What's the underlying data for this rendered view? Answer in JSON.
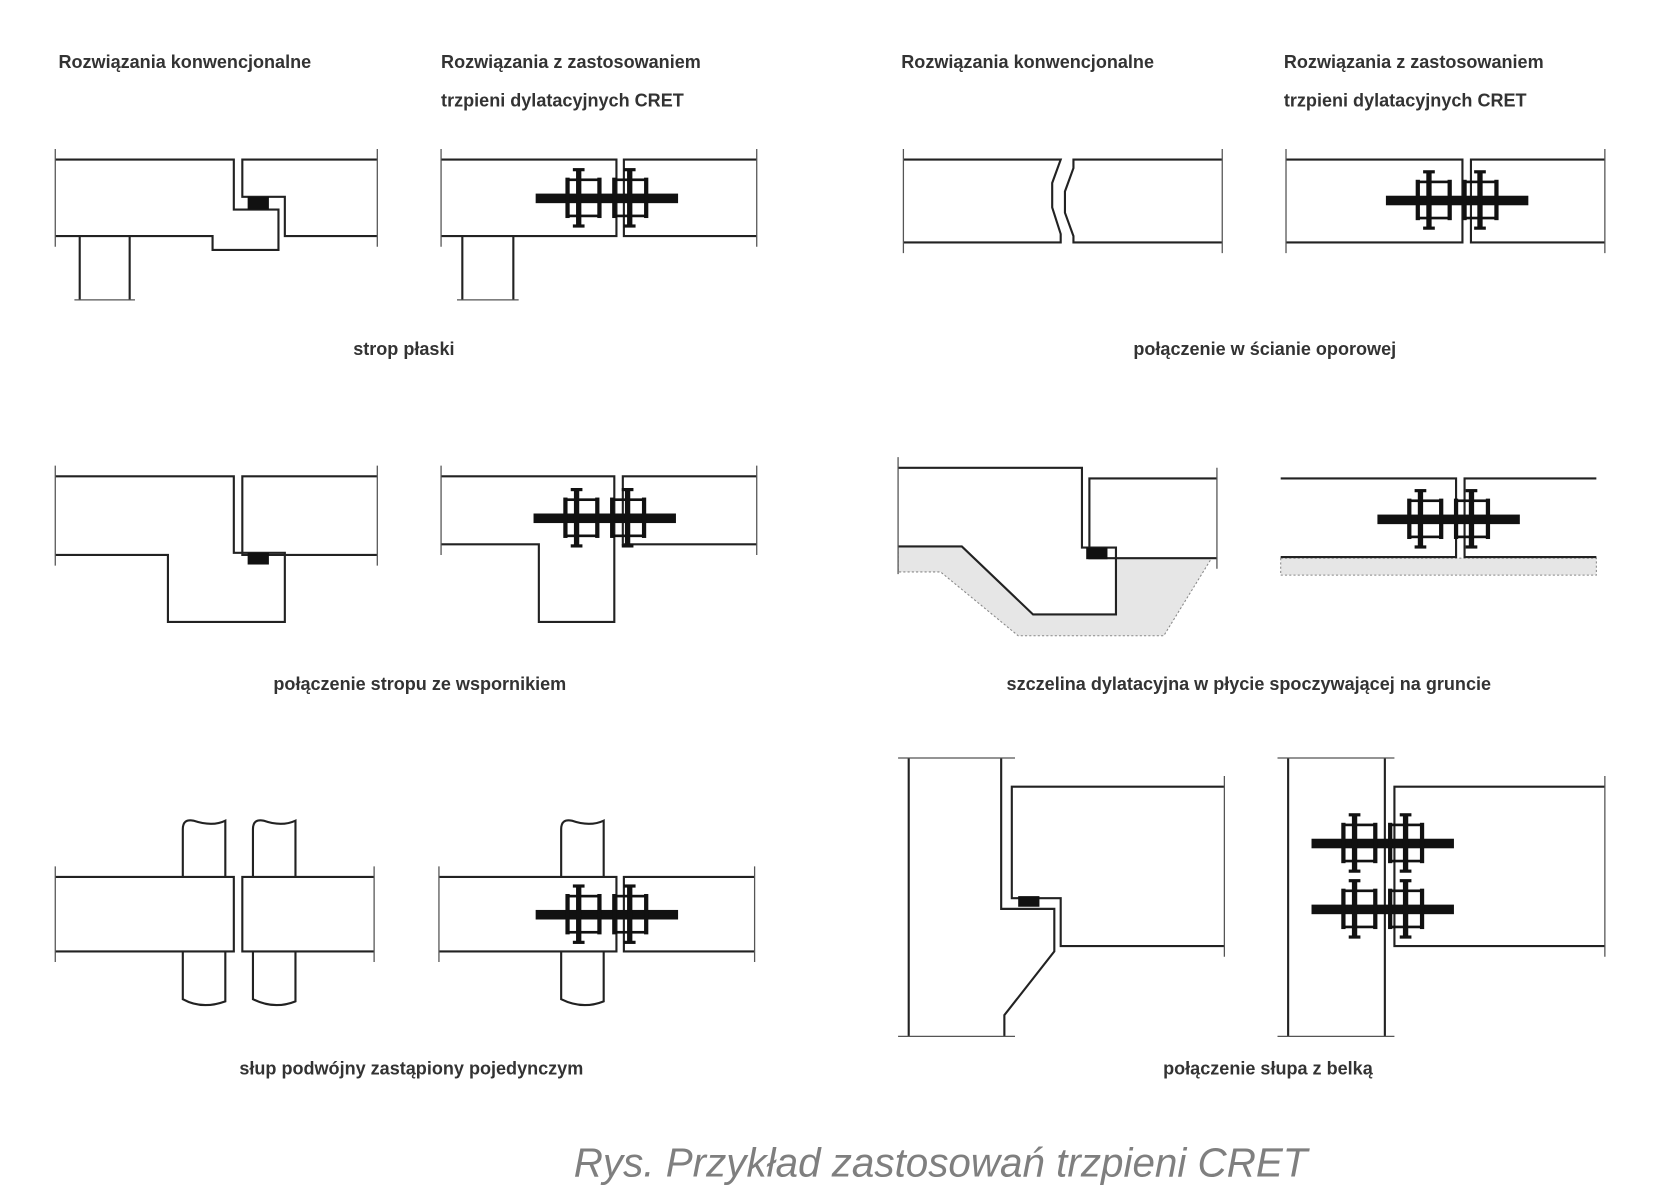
{
  "headers": {
    "left_conventional": "Rozwiązania konwencjonalne",
    "left_cret_line1": "Rozwiązania z zastosowaniem",
    "left_cret_line2": "trzpieni dylatacyjnych CRET",
    "right_conventional": "Rozwiązania konwencjonalne",
    "right_cret_line1": "Rozwiązania z zastosowaniem",
    "right_cret_line2": "trzpieni dylatacyjnych CRET"
  },
  "examples": [
    {
      "label": "strop płaski"
    },
    {
      "label": "połączenie w ścianie oporowej"
    },
    {
      "label": "połączenie stropu ze wspornikiem"
    },
    {
      "label": "szczelina dylatacyjna w płycie spoczywającej na gruncie"
    },
    {
      "label": "słup podwójny zastąpiony pojedynczym"
    },
    {
      "label": "połączenie słupa z belką"
    }
  ],
  "caption": "Rys. Przykład zastosowań trzpieni CRET",
  "colors": {
    "line": "#222222",
    "caption": "#7f7f7f",
    "ground": "#e6e6e6"
  }
}
